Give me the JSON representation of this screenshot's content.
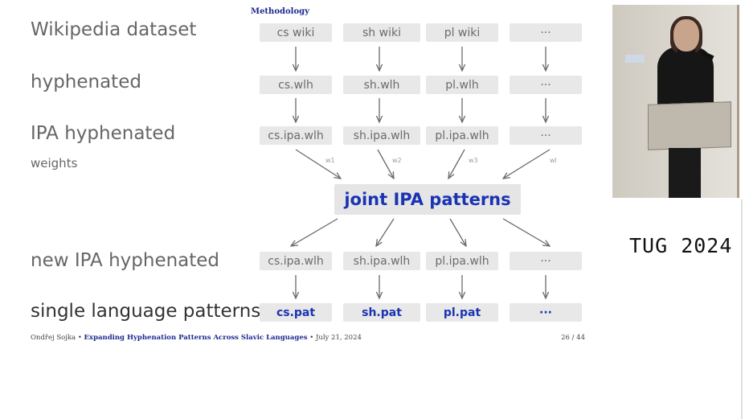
{
  "slide": {
    "section": "Methodology",
    "row_labels": {
      "dataset": "Wikipedia dataset",
      "hyphenated": "hyphenated",
      "ipa_hyphenated": "IPA hyphenated",
      "weights": "weights",
      "new_ipa": "new IPA hyphenated",
      "single": "single language patterns"
    },
    "columns": {
      "wiki": [
        "cs wiki",
        "sh wiki",
        "pl wiki",
        "···"
      ],
      "wlh": [
        "cs.wlh",
        "sh.wlh",
        "pl.wlh",
        "···"
      ],
      "ipa_wlh": [
        "cs.ipa.wlh",
        "sh.ipa.wlh",
        "pl.ipa.wlh",
        "···"
      ],
      "new_ipa_wlh": [
        "cs.ipa.wlh",
        "sh.ipa.wlh",
        "pl.ipa.wlh",
        "···"
      ],
      "pat": [
        "cs.pat",
        "sh.pat",
        "pl.pat",
        "···"
      ]
    },
    "weight_labels": [
      "w1",
      "w2",
      "w3",
      "wl"
    ],
    "joint": "joint IPA patterns",
    "footer": {
      "author": "Ondřej Sojka",
      "sep1": "•",
      "title": "Expanding Hyphenation Patterns Across Slavic Languages",
      "sep2": "•",
      "date": "July 21, 2024",
      "page": "26 / 44"
    }
  },
  "overlay": {
    "event": "TUG 2024"
  },
  "colors": {
    "accent_blue": "#1a33b3",
    "box_gray": "#e8e8e8",
    "label_gray": "#666666"
  }
}
